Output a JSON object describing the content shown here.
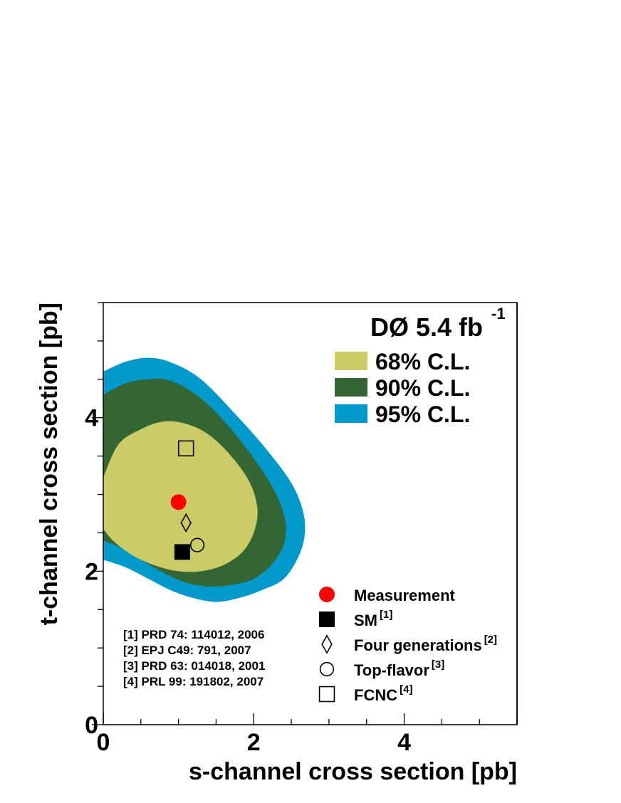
{
  "chart_data": {
    "type": "contour",
    "xlabel": "s-channel cross section [pb]",
    "ylabel": "t-channel cross section [pb]",
    "xlim": [
      0,
      5.5
    ],
    "ylim": [
      0,
      5.5
    ],
    "x_major_ticks": [
      0,
      2,
      4
    ],
    "y_major_ticks": [
      0,
      2,
      4
    ],
    "x_tick_labels": [
      "0",
      "2",
      "4"
    ],
    "y_tick_labels": [
      "0",
      "2",
      "4"
    ],
    "experiment_label": "DØ 5.4 fb",
    "experiment_sup": "-1",
    "grid": false,
    "contours": [
      {
        "name": "95% C.L.",
        "color": "#0099cc",
        "points": [
          [
            0.0,
            4.6
          ],
          [
            0.3,
            4.73
          ],
          [
            0.6,
            4.78
          ],
          [
            0.9,
            4.72
          ],
          [
            1.3,
            4.5
          ],
          [
            1.8,
            4.0
          ],
          [
            2.2,
            3.55
          ],
          [
            2.5,
            3.15
          ],
          [
            2.65,
            2.8
          ],
          [
            2.68,
            2.5
          ],
          [
            2.6,
            2.2
          ],
          [
            2.4,
            1.9
          ],
          [
            2.1,
            1.75
          ],
          [
            1.8,
            1.65
          ],
          [
            1.5,
            1.6
          ],
          [
            1.2,
            1.65
          ],
          [
            0.9,
            1.75
          ],
          [
            0.6,
            1.9
          ],
          [
            0.3,
            2.05
          ],
          [
            0.0,
            2.15
          ]
        ]
      },
      {
        "name": "90% C.L.",
        "color": "#336633",
        "points": [
          [
            0.0,
            4.3
          ],
          [
            0.3,
            4.45
          ],
          [
            0.6,
            4.5
          ],
          [
            0.9,
            4.48
          ],
          [
            1.3,
            4.25
          ],
          [
            1.7,
            3.85
          ],
          [
            2.05,
            3.4
          ],
          [
            2.3,
            3.0
          ],
          [
            2.42,
            2.65
          ],
          [
            2.4,
            2.35
          ],
          [
            2.25,
            2.1
          ],
          [
            2.0,
            1.9
          ],
          [
            1.7,
            1.82
          ],
          [
            1.4,
            1.8
          ],
          [
            1.1,
            1.85
          ],
          [
            0.8,
            1.98
          ],
          [
            0.5,
            2.15
          ],
          [
            0.25,
            2.3
          ],
          [
            0.0,
            2.4
          ]
        ]
      },
      {
        "name": "68% C.L.",
        "color": "#cccc66",
        "points": [
          [
            0.0,
            3.22
          ],
          [
            0.2,
            3.65
          ],
          [
            0.5,
            3.85
          ],
          [
            0.8,
            3.95
          ],
          [
            1.1,
            3.92
          ],
          [
            1.4,
            3.78
          ],
          [
            1.7,
            3.5
          ],
          [
            1.95,
            3.15
          ],
          [
            2.05,
            2.8
          ],
          [
            2.0,
            2.5
          ],
          [
            1.85,
            2.25
          ],
          [
            1.6,
            2.08
          ],
          [
            1.3,
            2.0
          ],
          [
            1.0,
            2.0
          ],
          [
            0.7,
            2.07
          ],
          [
            0.4,
            2.2
          ],
          [
            0.15,
            2.38
          ],
          [
            0.0,
            2.55
          ]
        ]
      }
    ],
    "legend_cl": [
      {
        "label": "68% C.L.",
        "color": "#cccc66"
      },
      {
        "label": "90% C.L.",
        "color": "#336633"
      },
      {
        "label": "95% C.L.",
        "color": "#0099cc"
      }
    ],
    "points": [
      {
        "name": "Measurement",
        "x": 1.0,
        "y": 2.9,
        "marker": "filled-circle",
        "color": "#ff0000"
      },
      {
        "name": "SM",
        "x": 1.05,
        "y": 2.25,
        "marker": "filled-square",
        "color": "#000000"
      },
      {
        "name": "Four generations",
        "x": 1.1,
        "y": 2.63,
        "marker": "open-diamond",
        "color": "#000000"
      },
      {
        "name": "Top-flavor",
        "x": 1.25,
        "y": 2.34,
        "marker": "open-circle",
        "color": "#000000"
      },
      {
        "name": "FCNC",
        "x": 1.1,
        "y": 3.6,
        "marker": "open-square",
        "color": "#000000"
      }
    ],
    "legend_points": [
      {
        "label": "Measurement",
        "sup": "",
        "marker": "filled-circle",
        "color": "#ff0000"
      },
      {
        "label": "SM",
        "sup": "[1]",
        "marker": "filled-square",
        "color": "#000000"
      },
      {
        "label": "Four generations",
        "sup": "[2]",
        "marker": "open-diamond",
        "color": "#000000"
      },
      {
        "label": "Top-flavor",
        "sup": "[3]",
        "marker": "open-circle",
        "color": "#000000"
      },
      {
        "label": "FCNC",
        "sup": "[4]",
        "marker": "open-square",
        "color": "#000000"
      }
    ],
    "references": [
      "[1] PRD 74: 114012, 2006",
      "[2] EPJ C49: 791, 2007",
      "[3] PRD 63: 014018, 2001",
      "[4] PRL 99: 191802, 2007"
    ]
  }
}
